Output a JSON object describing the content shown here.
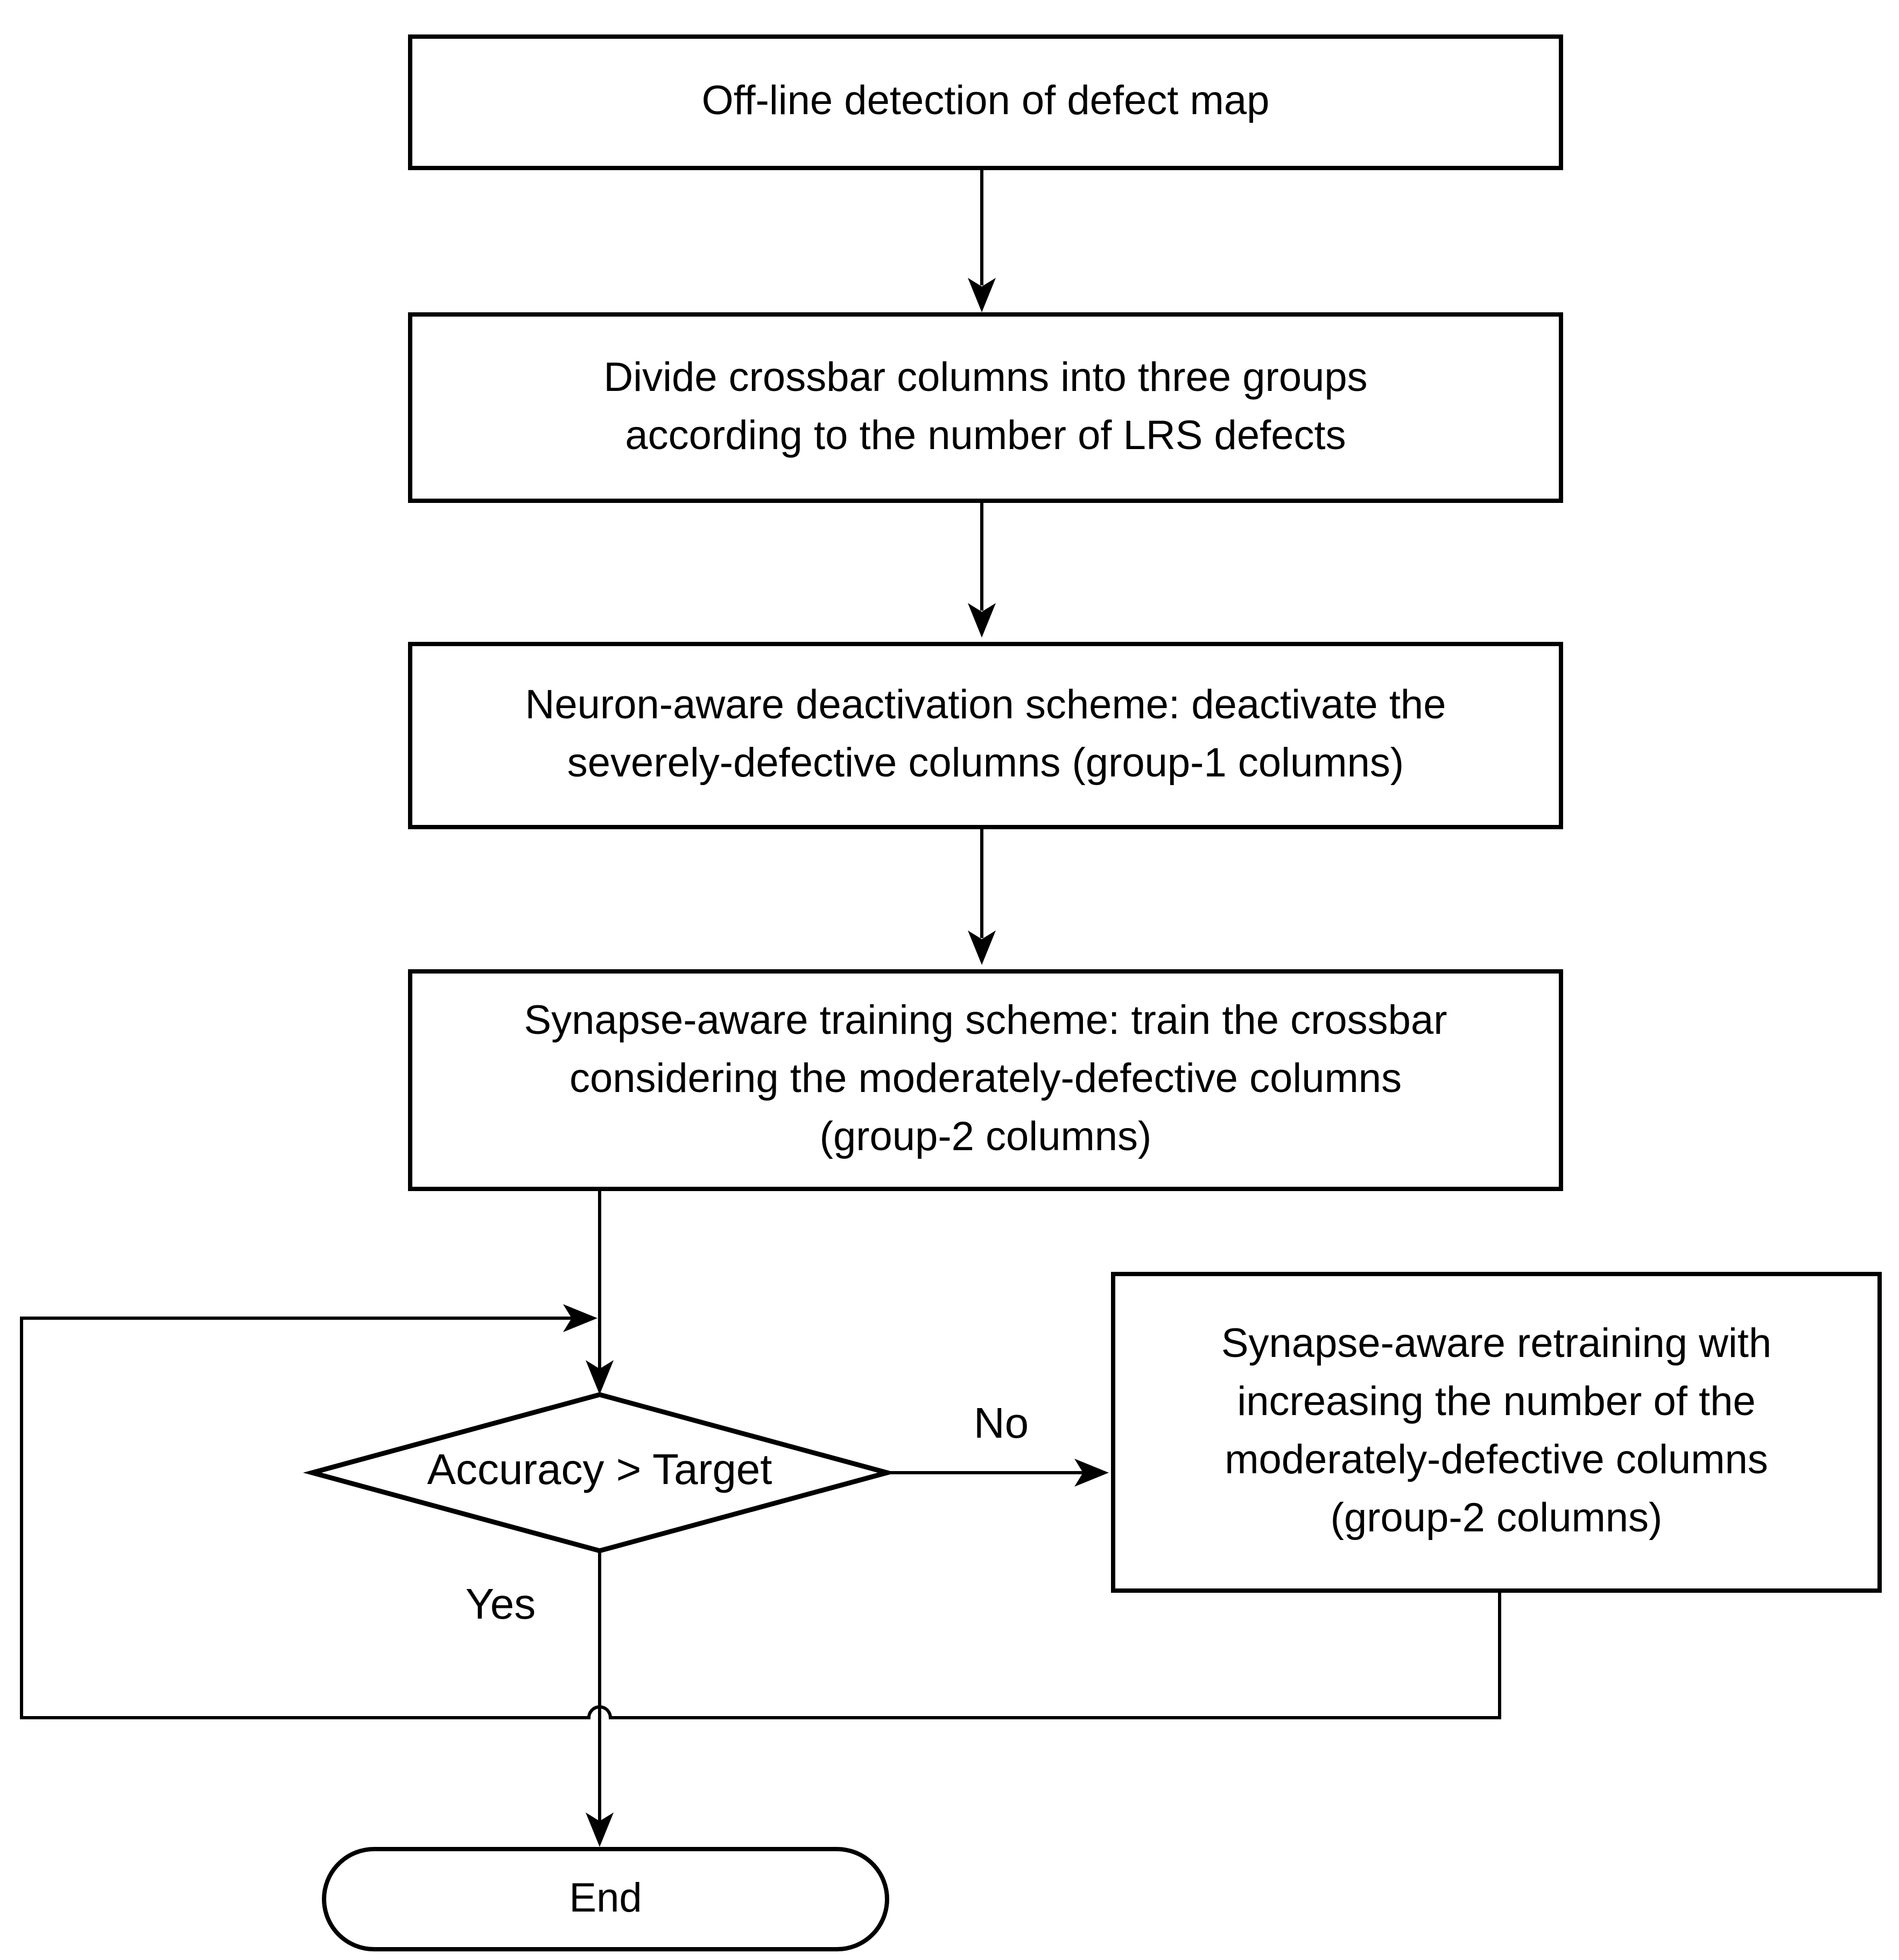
{
  "nodes": {
    "offline_detection": {
      "lines": [
        "Off-line detection of defect map"
      ]
    },
    "divide_columns": {
      "lines": [
        "Divide crossbar columns into three groups",
        "according to the number of LRS defects"
      ]
    },
    "neuron_deactivation": {
      "lines": [
        "Neuron-aware deactivation scheme: deactivate the",
        "severely-defective columns (group-1 columns)"
      ]
    },
    "synapse_training": {
      "lines": [
        "Synapse-aware training scheme: train the crossbar",
        "considering the moderately-defective columns",
        "(group-2 columns)"
      ]
    },
    "decision": {
      "label": "Accuracy > Target"
    },
    "synapse_retraining": {
      "lines": [
        "Synapse-aware retraining with",
        "increasing the number of the",
        "moderately-defective columns",
        "(group-2 columns)"
      ]
    },
    "end": {
      "label": "End"
    }
  },
  "edge_labels": {
    "no": "No",
    "yes": "Yes"
  },
  "colors": {
    "stroke": "#000000",
    "fill": "#ffffff",
    "text": "#000000"
  }
}
